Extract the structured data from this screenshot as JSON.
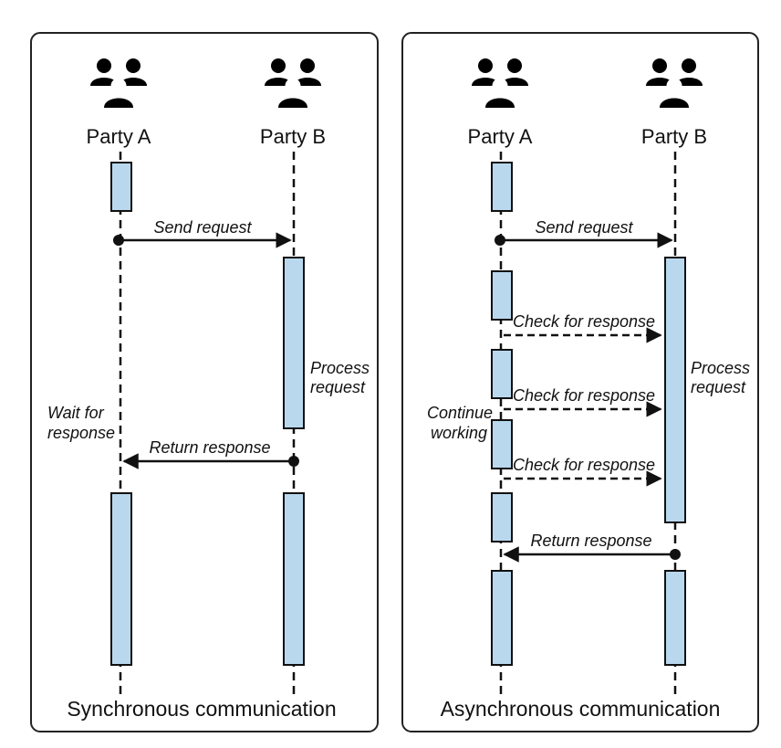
{
  "sync": {
    "party_a": "Party A",
    "party_b": "Party B",
    "send_request": "Send request",
    "process_request_1": "Process",
    "process_request_2": "request",
    "wait_1": "Wait for",
    "wait_2": "response",
    "return_response": "Return response",
    "caption": "Synchronous communication"
  },
  "async": {
    "party_a": "Party A",
    "party_b": "Party B",
    "send_request": "Send request",
    "check_1": "Check for response",
    "check_2": "Check for response",
    "check_3": "Check for response",
    "process_request_1": "Process",
    "process_request_2": "request",
    "continue_1": "Continue",
    "continue_2": "working",
    "return_response": "Return response",
    "caption": "Asynchronous communication"
  },
  "colors": {
    "activation_fill": "#b9d8ee",
    "line": "#111111",
    "panel_border": "#222222"
  },
  "icons": {
    "party_icon": "people-group-icon"
  }
}
